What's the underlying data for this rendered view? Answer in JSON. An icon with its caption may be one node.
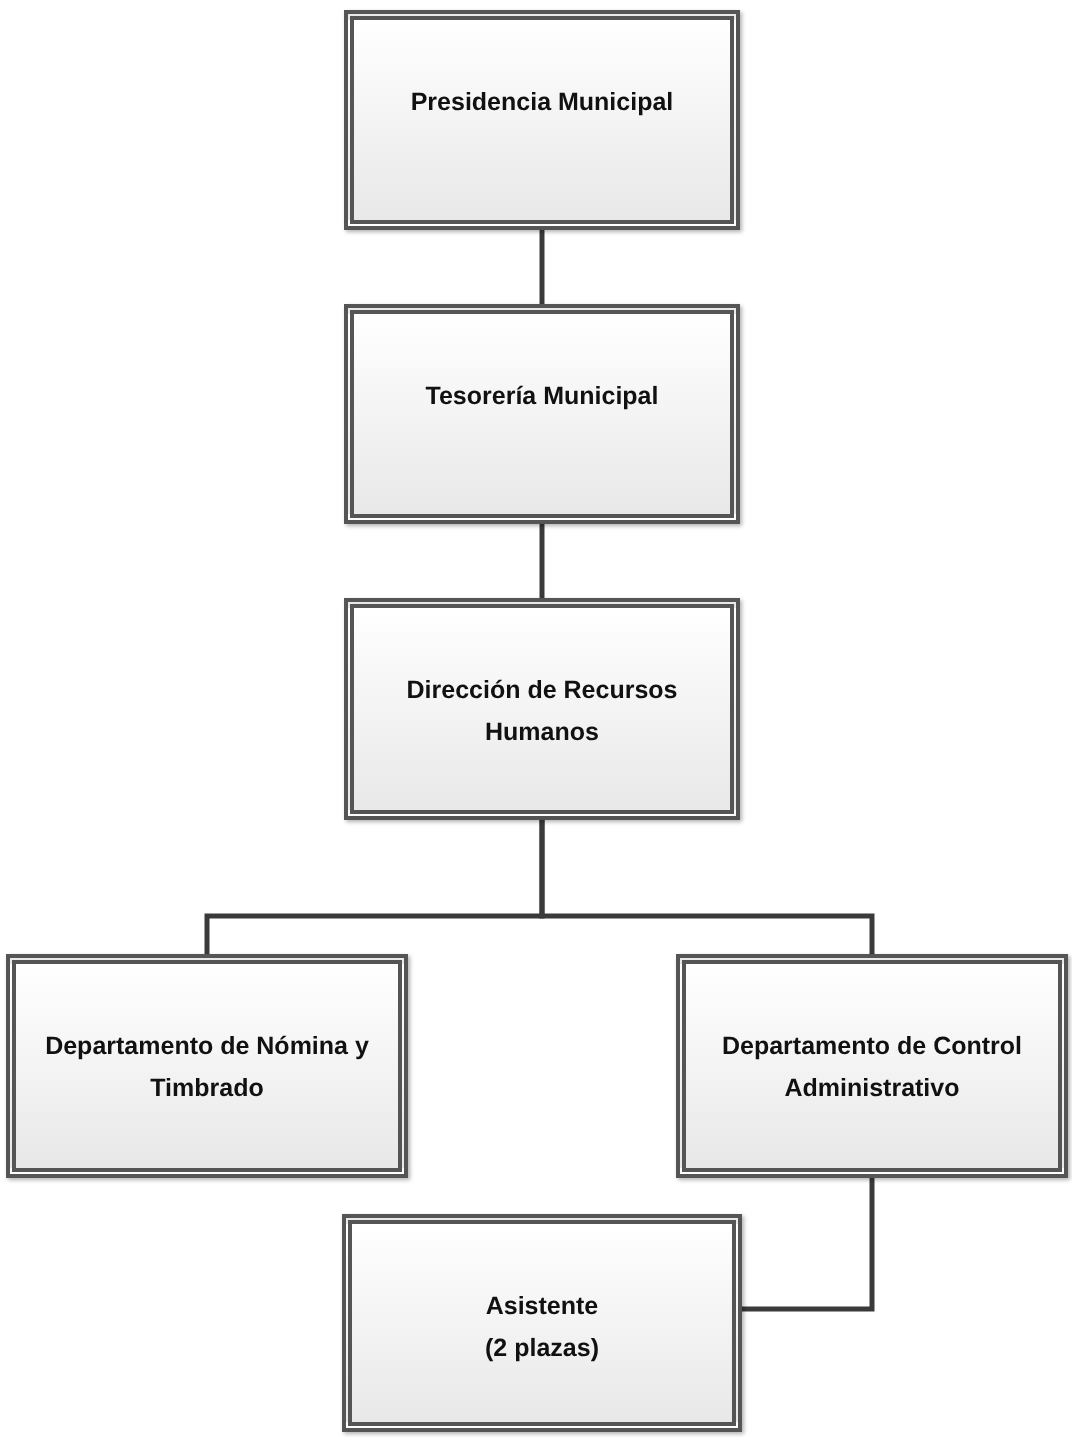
{
  "diagram": {
    "nodes": [
      {
        "text": [
          "Presidencia Municipal"
        ]
      },
      {
        "text": [
          "Tesorería Municipal"
        ]
      },
      {
        "text": [
          "Dirección de Recursos Humanos"
        ]
      },
      {
        "text": [
          "Departamento de Nómina y Timbrado"
        ]
      },
      {
        "text": [
          "Departamento de Control Administrativo"
        ]
      },
      {
        "text": [
          "Asistente (2 plazas)"
        ]
      }
    ],
    "edges": [
      {
        "from": 0,
        "to": 1,
        "arrow": "none"
      },
      {
        "from": 1,
        "to": 2,
        "arrow": "none"
      },
      {
        "from": 2,
        "to": 3,
        "arrow": "none"
      },
      {
        "from": 2,
        "to": 4,
        "arrow": "none"
      },
      {
        "from": 4,
        "to": 5,
        "arrow": "none"
      }
    ]
  }
}
